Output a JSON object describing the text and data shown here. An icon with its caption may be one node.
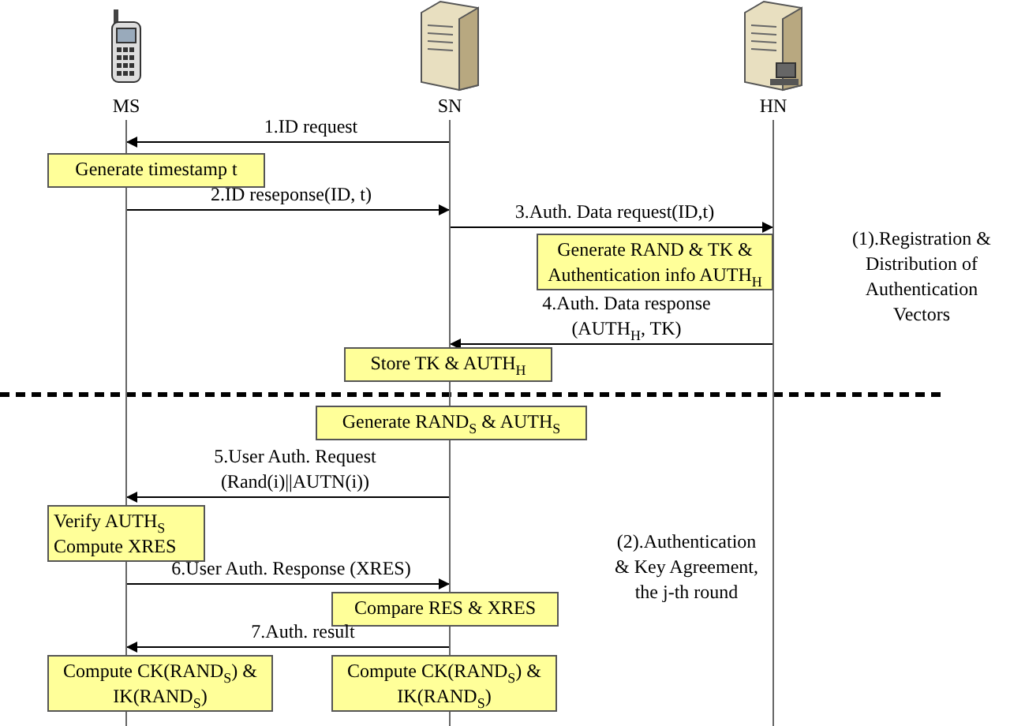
{
  "diagram": {
    "nodes": [
      {
        "text": [
          "MS"
        ]
      },
      {
        "text": [
          "SN"
        ]
      },
      {
        "text": [
          "HN"
        ]
      },
      {
        "text": [
          "Generate timestamp t"
        ]
      },
      {
        "text": [
          "Generate RAND & TK & Authentication info AUTH$_{H}$"
        ]
      },
      {
        "text": [
          "Store TK & AUTH$_{H}$"
        ]
      },
      {
        "text": [
          "Generate RAND$_{S}$ & AUTH$_{S}$"
        ]
      },
      {
        "text": [
          "Verify AUTH$_{S}$",
          "Compute XRES"
        ]
      },
      {
        "text": [
          "Compare RES & XRES"
        ]
      },
      {
        "text": [
          "Compute CK(RAND$_{S}$) & IK(RAND$_{S}$)"
        ]
      },
      {
        "text": [
          "Compute CK(RAND$_{S}$) & IK(RAND$_{S}$)"
        ]
      }
    ],
    "edges": [
      {
        "from": 1,
        "to": 0,
        "arrow": "to",
        "label": "1.ID request"
      },
      {
        "from": 0,
        "to": 1,
        "arrow": "to",
        "label": "2.ID reseponse(ID, t)"
      },
      {
        "from": 1,
        "to": 2,
        "arrow": "to",
        "label": "3.Auth. Data request(ID,t)"
      },
      {
        "from": 2,
        "to": 1,
        "arrow": "to",
        "label": "4.Auth. Data response (AUTH$_{H}$, TK)"
      },
      {
        "from": 1,
        "to": 0,
        "arrow": "to",
        "label": "5.User Auth. Request (Rand(i)||AUTN(i))"
      },
      {
        "from": 0,
        "to": 1,
        "arrow": "to",
        "label": "6.User Auth. Response (XRES)"
      },
      {
        "from": 1,
        "to": 0,
        "arrow": "to",
        "label": "7.Auth. result"
      }
    ],
    "labels": [
      "(1).Registration & Distribution of Authentication Vectors",
      "(2).Authentication & Key Agreement, the j-th round"
    ]
  }
}
